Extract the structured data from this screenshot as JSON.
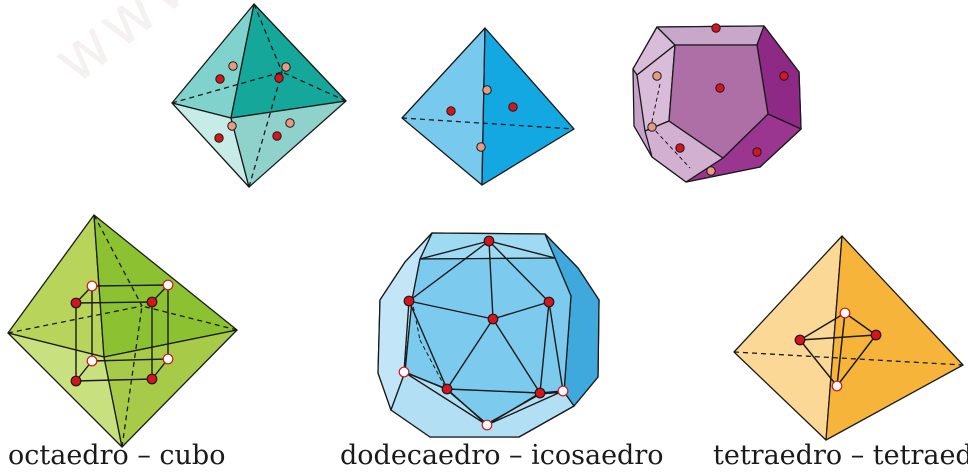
{
  "watermark": "www.y",
  "captions": {
    "octa_cube": "octaedro – cubo",
    "dodeca_icosa": "dodecaedro – icosaedro",
    "tetra_tetra": "tetraedro – tetraedro"
  },
  "colors": {
    "octahedron_top": "#2bb5a8",
    "tetrahedron_top": "#29aee0",
    "dodecahedron_top": "#a9569e",
    "octahedron_bottom": "#9ccc45",
    "dodecahedron_bottom": "#6fc6ea",
    "tetrahedron_bottom": "#f6b53a",
    "face_dot": "#d7141b",
    "hidden_dot": "#e89b80"
  }
}
